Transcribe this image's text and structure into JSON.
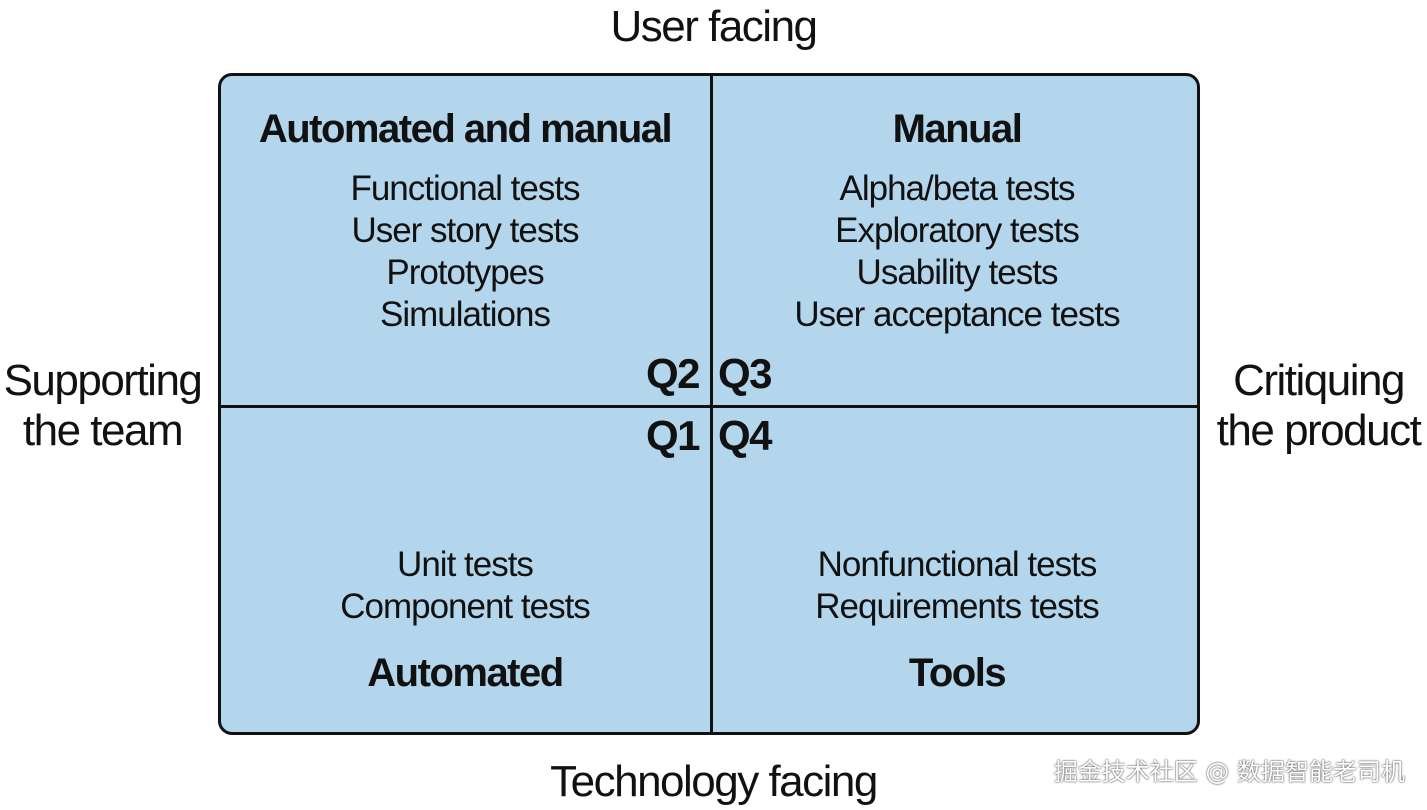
{
  "axes": {
    "top": "User facing",
    "bottom": "Technology facing",
    "left": [
      "Supporting",
      "the team"
    ],
    "right": [
      "Critiquing",
      "the product"
    ]
  },
  "quadrants": {
    "q2": {
      "tag": "Q2",
      "heading": "Automated and manual",
      "items": [
        "Functional tests",
        "User story tests",
        "Prototypes",
        "Simulations"
      ]
    },
    "q3": {
      "tag": "Q3",
      "heading": "Manual",
      "items": [
        "Alpha/beta tests",
        "Exploratory tests",
        "Usability tests",
        "User acceptance tests"
      ]
    },
    "q1": {
      "tag": "Q1",
      "heading": "Automated",
      "items": [
        "Unit tests",
        "Component tests"
      ]
    },
    "q4": {
      "tag": "Q4",
      "heading": "Tools",
      "items": [
        "Nonfunctional tests",
        "Requirements tests"
      ]
    }
  },
  "colors": {
    "grid_fill": "#b3d6ec",
    "lines": "#111111"
  },
  "watermark": "掘金技术社区 @ 数据智能老司机"
}
